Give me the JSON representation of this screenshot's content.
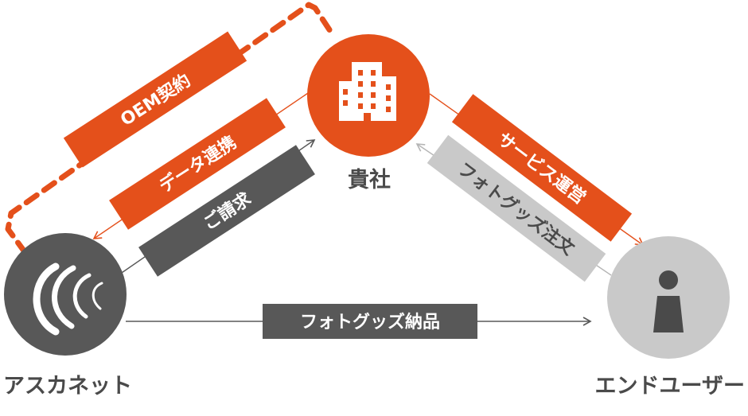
{
  "colors": {
    "accent": "#e4501b",
    "dark": "#585858",
    "light": "#c9c9c9",
    "label": "#4a4a4a",
    "white": "#ffffff"
  },
  "nodes": {
    "company": {
      "label": "貴社",
      "icon": "building-icon"
    },
    "asukanet": {
      "label": "アスカネット",
      "icon": "asukanet-logo-icon"
    },
    "enduser": {
      "label": "エンドユーザー",
      "icon": "person-icon"
    }
  },
  "relations": {
    "oem": {
      "label": "OEM契約"
    },
    "data_link": {
      "label": "データ連携"
    },
    "billing": {
      "label": "ご請求"
    },
    "service": {
      "label": "サービス運営"
    },
    "order": {
      "label": "フォトグッズ注文"
    },
    "delivery": {
      "label": "フォトグッズ納品"
    }
  }
}
